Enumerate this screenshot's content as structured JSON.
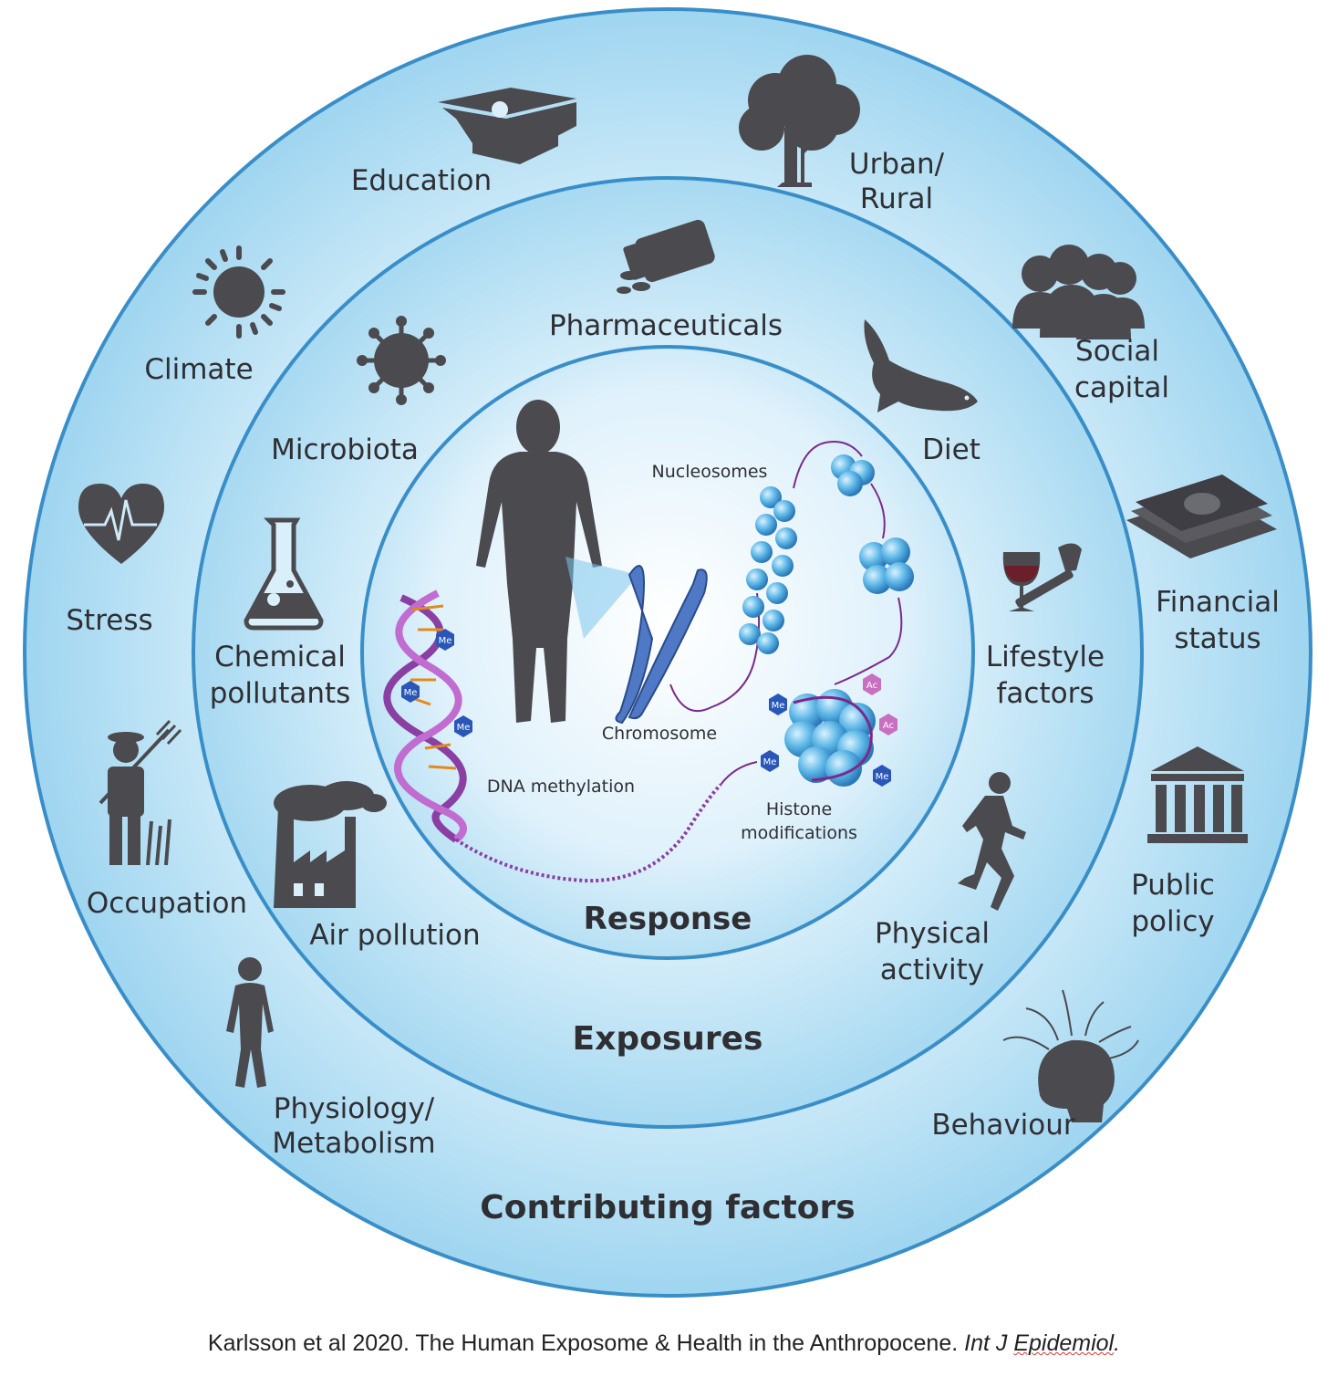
{
  "rings": {
    "contributing_factors": "Contributing factors",
    "exposures": "Exposures",
    "response": "Response"
  },
  "contributing_factors": {
    "education": "Education",
    "urban_rural": [
      "Urban/",
      "Rural"
    ],
    "social_capital": [
      "Social",
      "capital"
    ],
    "financial_status": [
      "Financial",
      "status"
    ],
    "public_policy": [
      "Public",
      "policy"
    ],
    "behaviour": "Behaviour",
    "physiology_metabolism": [
      "Physiology/",
      "Metabolism"
    ],
    "occupation": "Occupation",
    "stress": "Stress",
    "climate": "Climate"
  },
  "exposures": {
    "pharmaceuticals": "Pharmaceuticals",
    "diet": "Diet",
    "lifestyle_factors": [
      "Lifestyle",
      "factors"
    ],
    "physical_activity": [
      "Physical",
      "activity"
    ],
    "air_pollution": "Air pollution",
    "chemical_pollutants": [
      "Chemical",
      "pollutants"
    ],
    "microbiota": "Microbiota"
  },
  "response": {
    "nucleosomes": "Nucleosomes",
    "chromosome": "Chromosome",
    "dna_methylation": "DNA methylation",
    "histone_modifications": [
      "Histone",
      "modifications"
    ],
    "me": "Me",
    "ac": "Ac"
  },
  "caption": {
    "text": "Karlsson et al 2020. The Human Exposome & Health in the Anthropocene. ",
    "journal_italic": "Int J ",
    "journal_underlined": "Epidemiol",
    "end": "."
  },
  "colors": {
    "outer_ring": "#a6d9f2",
    "ring_stroke": "#3a8ec8",
    "inner_core": "#eaf6fd",
    "icon": "#4a4a4f",
    "dna_purple": "#8a3fa3"
  }
}
